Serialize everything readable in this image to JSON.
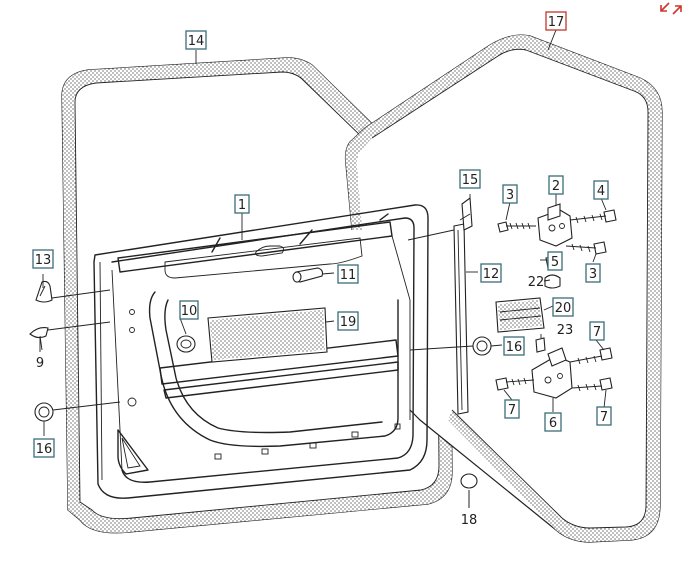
{
  "diagram": {
    "callouts": [
      {
        "id": "c1",
        "label": "1",
        "boxed": true
      },
      {
        "id": "c2",
        "label": "2",
        "boxed": true
      },
      {
        "id": "c3a",
        "label": "3",
        "boxed": true
      },
      {
        "id": "c3b",
        "label": "3",
        "boxed": true
      },
      {
        "id": "c4",
        "label": "4",
        "boxed": true
      },
      {
        "id": "c5",
        "label": "5",
        "boxed": true
      },
      {
        "id": "c6",
        "label": "6",
        "boxed": true
      },
      {
        "id": "c7a",
        "label": "7",
        "boxed": true
      },
      {
        "id": "c7b",
        "label": "7",
        "boxed": true
      },
      {
        "id": "c7c",
        "label": "7",
        "boxed": true
      },
      {
        "id": "c9",
        "label": "9",
        "boxed": false
      },
      {
        "id": "c10",
        "label": "10",
        "boxed": true
      },
      {
        "id": "c11",
        "label": "11",
        "boxed": true
      },
      {
        "id": "c12",
        "label": "12",
        "boxed": true
      },
      {
        "id": "c13",
        "label": "13",
        "boxed": true
      },
      {
        "id": "c14",
        "label": "14",
        "boxed": true
      },
      {
        "id": "c15",
        "label": "15",
        "boxed": true
      },
      {
        "id": "c16a",
        "label": "16",
        "boxed": true
      },
      {
        "id": "c16b",
        "label": "16",
        "boxed": true
      },
      {
        "id": "c17",
        "label": "17",
        "boxed": true,
        "highlighted": true
      },
      {
        "id": "c18",
        "label": "18",
        "boxed": false
      },
      {
        "id": "c19",
        "label": "19",
        "boxed": true
      },
      {
        "id": "c20",
        "label": "20",
        "boxed": true
      },
      {
        "id": "c22",
        "label": "22",
        "boxed": false
      },
      {
        "id": "c23",
        "label": "23",
        "boxed": false
      }
    ],
    "colors": {
      "callout_border": "#3b6d78",
      "callout_highlight_border": "#c0392b",
      "line": "#222222",
      "expand_icon": "#d0342c"
    }
  },
  "toolbar": {
    "expand_icon": "expand-arrows-icon"
  }
}
